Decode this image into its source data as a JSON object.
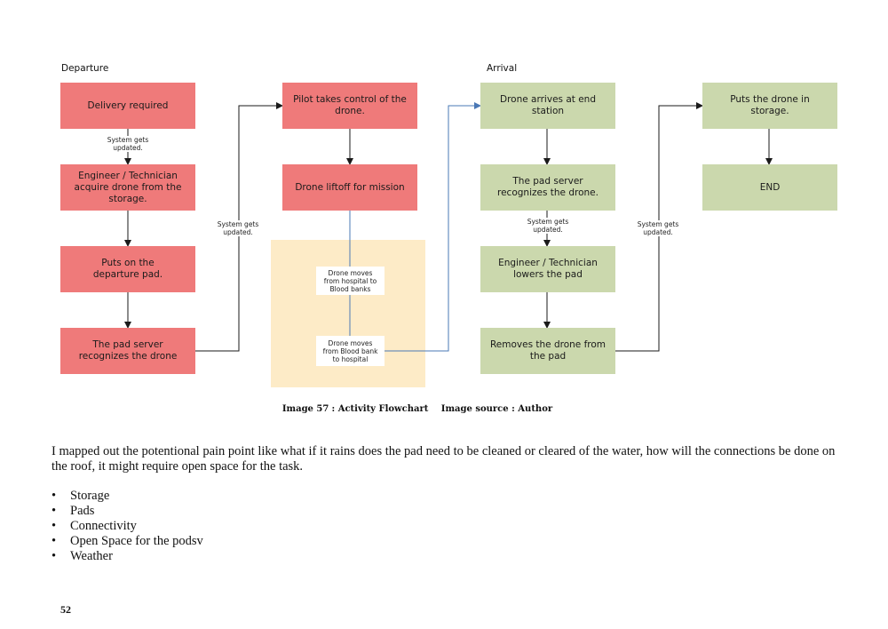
{
  "diagram": {
    "departure_label": "Departure",
    "arrival_label": "Arrival",
    "nodes": {
      "delivery_required": "Delivery required",
      "engineer_acquire": "Engineer / Technician acquire drone from the storage.",
      "puts_on_pad": "Puts on the departure pad.",
      "pad_server_recognizes_departure": "The pad server recognizes the drone",
      "pilot_control": "Pilot takes control of the drone.",
      "drone_liftoff": "Drone liftoff for mission",
      "drone_arrives": "Drone arrives at end station",
      "pad_server_recognizes_arrival": "The pad server recognizes the drone.",
      "engineer_lowers": "Engineer / Technician lowers the pad",
      "removes_drone": "Removes the drone from the pad",
      "puts_in_storage": "Puts the drone in storage.",
      "end": "END"
    },
    "notes": {
      "hospital_to_bank": "Drone moves from hospital to Blood banks",
      "bank_to_hospital": "Drone moves from Blood bank to hospital"
    },
    "edge_labels": {
      "system_updated_1": "System gets updated.",
      "system_updated_2": "System gets updated.",
      "system_updated_3": "System gets updated.",
      "system_updated_4": "System gets updated."
    },
    "colors": {
      "departure": "#ef7a7a",
      "arrival": "#cbd8ad",
      "mission_area": "#fdebc7",
      "arrow": "#1a1a1a",
      "blue_arrow": "#4a78b5"
    }
  },
  "caption": {
    "number": "Image 57",
    "title": ": Activity Flowchart",
    "source": "Image source : Author"
  },
  "paragraph": "I mapped out the potentional pain point like what if it rains does the pad need to be cleaned or cleared of the water, how will the connections be done on the roof, it  might require open space for the task.",
  "bullets": [
    "Storage",
    "Pads",
    "Connectivity",
    "Open Space for the podsv",
    "Weather"
  ],
  "page_number": "52"
}
